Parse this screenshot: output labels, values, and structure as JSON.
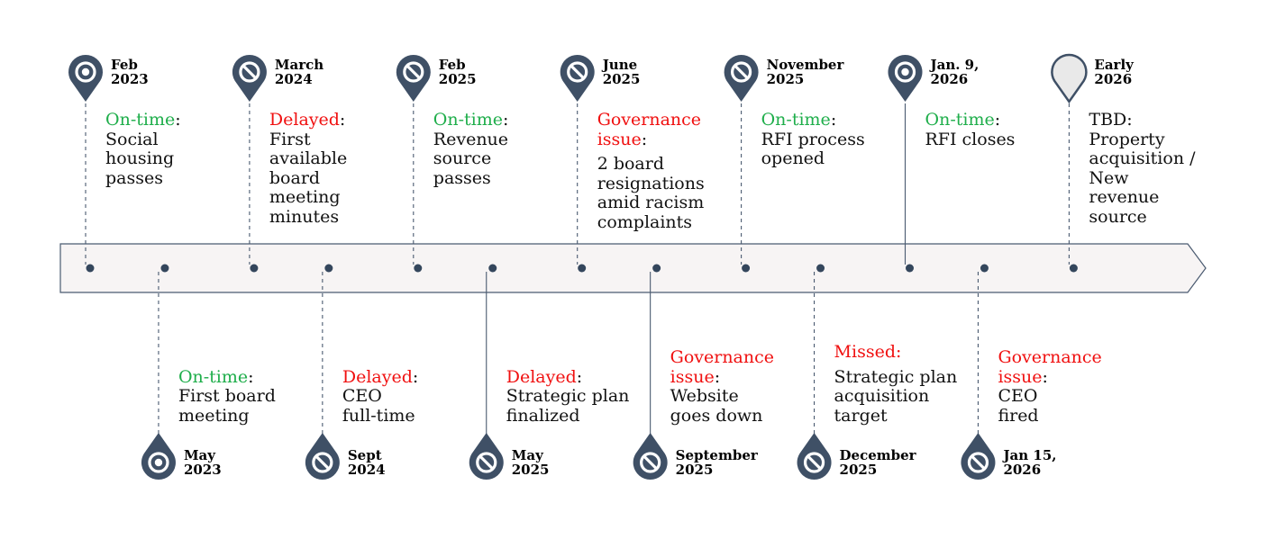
{
  "colors": {
    "pin_dark": "#3f5066",
    "pin_light": "#e9e9e9",
    "bar_fill": "#f7f4f4",
    "bar_stroke": "#4a5a70",
    "on_time": "#1fae4b",
    "negative": "#f01010"
  },
  "milestones": [
    {
      "id": "feb-2023",
      "side": "top",
      "date": "Feb\n2023",
      "status": "On-time",
      "status_color": "green",
      "text": "Social\nhousing\npasses",
      "icon": "target-pin-icon",
      "connector": "dashed"
    },
    {
      "id": "may-2023",
      "side": "bottom",
      "date": "May\n2023",
      "status": "On-time",
      "status_color": "green",
      "text": "First board\nmeeting",
      "icon": "target-pin-icon",
      "connector": "dashed"
    },
    {
      "id": "march-2024",
      "side": "top",
      "date": "March\n2024",
      "status": "Delayed",
      "status_color": "red",
      "text": "First\navailable\nboard\nmeeting\nminutes",
      "icon": "no-entry-pin-icon",
      "connector": "dashed"
    },
    {
      "id": "sept-2024",
      "side": "bottom",
      "date": "Sept\n2024",
      "status": "Delayed",
      "status_color": "red",
      "text": "CEO\nfull-time",
      "icon": "no-entry-pin-icon",
      "connector": "dashed"
    },
    {
      "id": "feb-2025",
      "side": "top",
      "date": "Feb\n2025",
      "status": "On-time",
      "status_color": "green",
      "text": "Revenue\nsource\npasses",
      "icon": "no-entry-pin-icon",
      "connector": "dashed"
    },
    {
      "id": "may-2025",
      "side": "bottom",
      "date": "May\n2025",
      "status": "Delayed",
      "status_color": "red",
      "text": "Strategic plan\nfinalized",
      "icon": "no-entry-pin-icon",
      "connector": "solid"
    },
    {
      "id": "june-2025",
      "side": "top",
      "date": "June\n2025",
      "status": "Governance\nissue",
      "status_color": "red",
      "text": "2 board\nresignations\namid racism\ncomplaints",
      "icon": "no-entry-pin-icon",
      "connector": "dashed"
    },
    {
      "id": "september-2025",
      "side": "bottom",
      "date": "September\n2025",
      "status": "Governance\nissue",
      "status_color": "red",
      "text": "Website\ngoes down",
      "icon": "no-entry-pin-icon",
      "connector": "solid"
    },
    {
      "id": "november-2025",
      "side": "top",
      "date": "November\n2025",
      "status": "On-time",
      "status_color": "green",
      "text": "RFI process\nopened",
      "icon": "no-entry-pin-icon",
      "connector": "dashed"
    },
    {
      "id": "december-2025",
      "side": "bottom",
      "date": "December\n2025",
      "status": "Missed:",
      "status_color": "red",
      "text": "Strategic plan\nacquisition\ntarget",
      "icon": "no-entry-pin-icon",
      "connector": "dashed"
    },
    {
      "id": "jan-9-2026",
      "side": "top",
      "date": "Jan. 9,\n2026",
      "status": "On-time",
      "status_color": "green",
      "text": "RFI closes",
      "icon": "target-pin-icon",
      "connector": "solid"
    },
    {
      "id": "jan-15-2026",
      "side": "bottom",
      "date": "Jan 15,\n2026",
      "status": "Governance\nissue",
      "status_color": "red",
      "text": "CEO\nfired",
      "icon": "no-entry-pin-icon",
      "connector": "dashed"
    },
    {
      "id": "early-2026",
      "side": "top",
      "date": "Early\n2026",
      "status": "TBD",
      "status_color": "black",
      "text": "Property\nacquisition /\nNew\nrevenue\nsource",
      "icon": "empty-pin-icon",
      "connector": "dashed"
    }
  ]
}
